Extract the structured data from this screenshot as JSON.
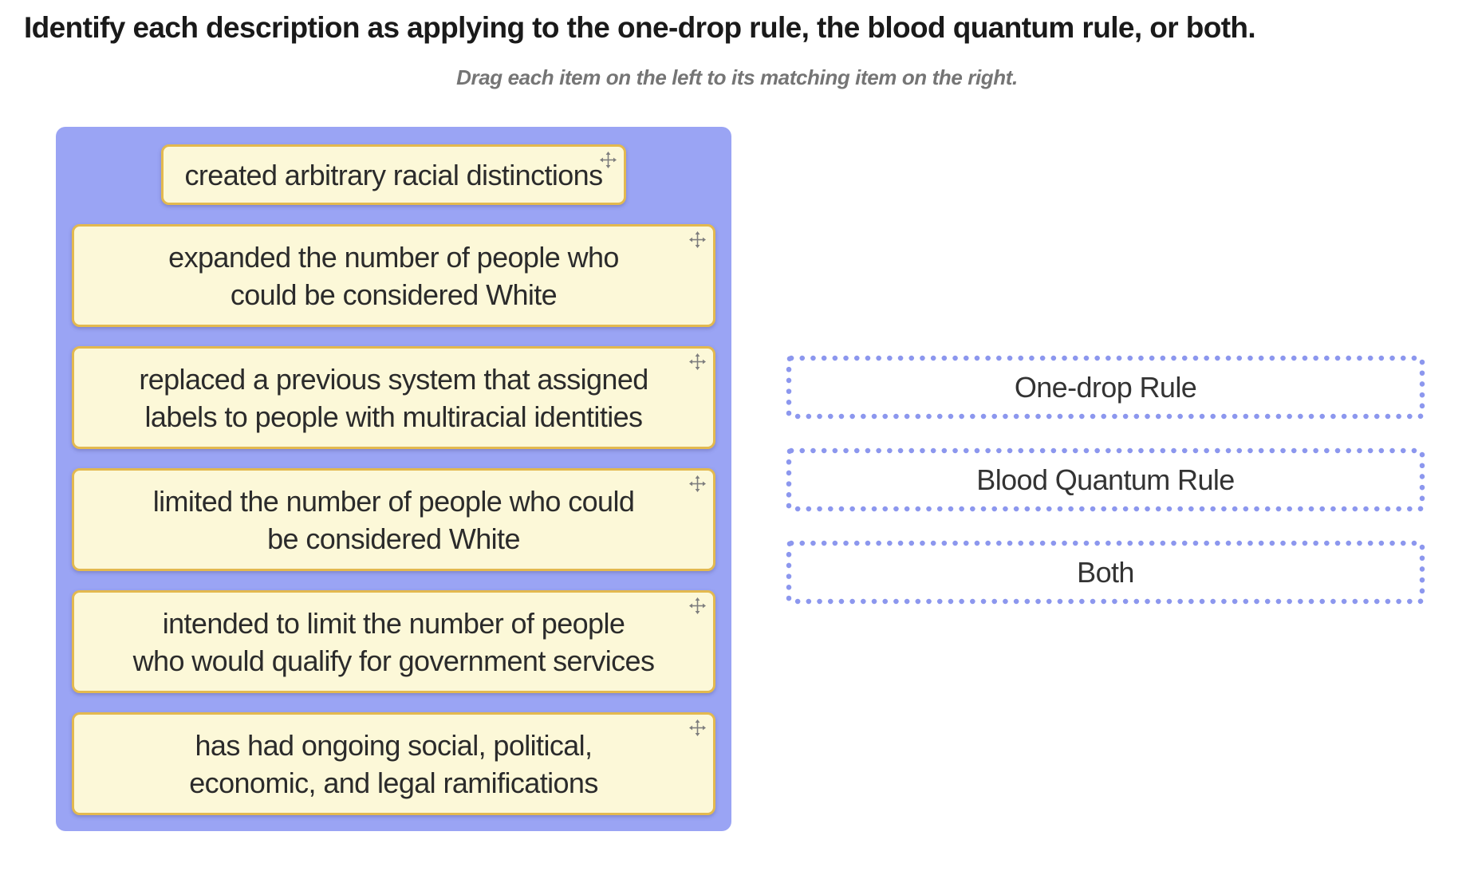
{
  "header": {
    "title": "Identify each description as applying to the one-drop rule, the blood quantum rule, or both.",
    "instructions": "Drag each item on the left to its matching item on the right."
  },
  "drag_items": [
    {
      "key": "created-arbitrary-racial-distinctions",
      "lines": [
        "created arbitrary racial distinctions"
      ]
    },
    {
      "key": "expanded-number-considered-white",
      "lines": [
        "expanded the number of people who",
        "could be considered White"
      ]
    },
    {
      "key": "replaced-previous-system",
      "lines": [
        "replaced a previous system that assigned",
        "labels to people with multiracial identities"
      ]
    },
    {
      "key": "limited-number-considered-white",
      "lines": [
        "limited the number of people who could",
        "be considered White"
      ]
    },
    {
      "key": "intended-limit-government-services",
      "lines": [
        "intended to limit the number of people",
        "who would qualify for government services"
      ]
    },
    {
      "key": "ongoing-ramifications",
      "lines": [
        "has had ongoing social, political,",
        "economic, and legal ramifications"
      ]
    }
  ],
  "drop_zones": [
    {
      "key": "one-drop-rule",
      "label": "One-drop Rule"
    },
    {
      "key": "blood-quantum-rule",
      "label": "Blood Quantum Rule"
    },
    {
      "key": "both",
      "label": "Both"
    }
  ],
  "icons": {
    "move": "four-direction-move-arrows",
    "zone_outline": "dotted-rectangle-border"
  },
  "colors": {
    "pool_bg": "#9AA4F4",
    "card_bg": "#FCF8D8",
    "card_border": "#E3B94F",
    "zone_border": "#8C97EE",
    "card_text": "#2B2B2B",
    "zone_text": "#333333",
    "title_text": "#1A1A1A",
    "subtitle_text": "#757575",
    "move_icon": "#7E7E7E"
  }
}
